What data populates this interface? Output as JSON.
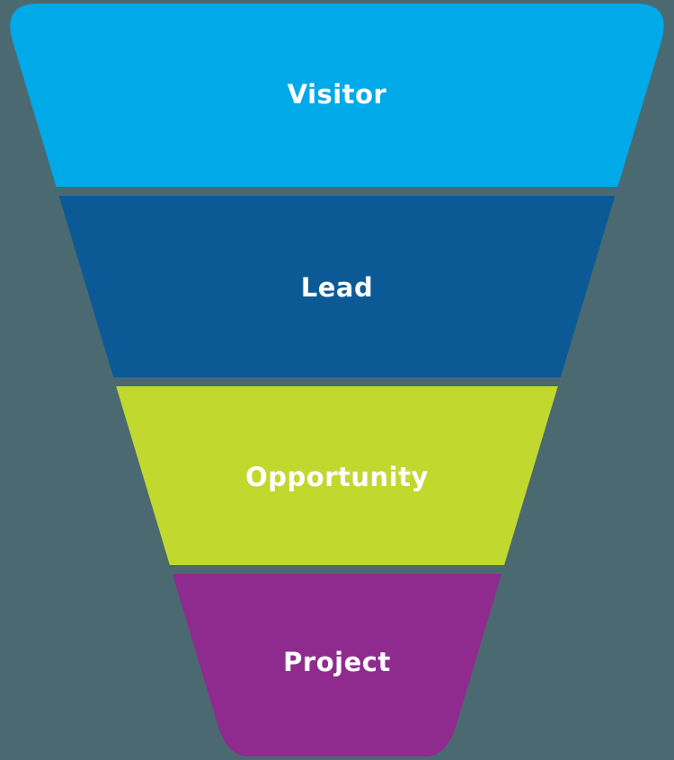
{
  "background_color": "#4B6970",
  "funnel": {
    "type": "funnel",
    "title": "",
    "direction": "top-to-bottom",
    "label_color": "#FFFFFF",
    "segments": [
      {
        "label": "Visitor",
        "color": "#00A9E8"
      },
      {
        "label": "Lead",
        "color": "#0B5A96"
      },
      {
        "label": "Opportunity",
        "color": "#C1D82F"
      },
      {
        "label": "Project",
        "color": "#8F2A8F"
      }
    ]
  }
}
